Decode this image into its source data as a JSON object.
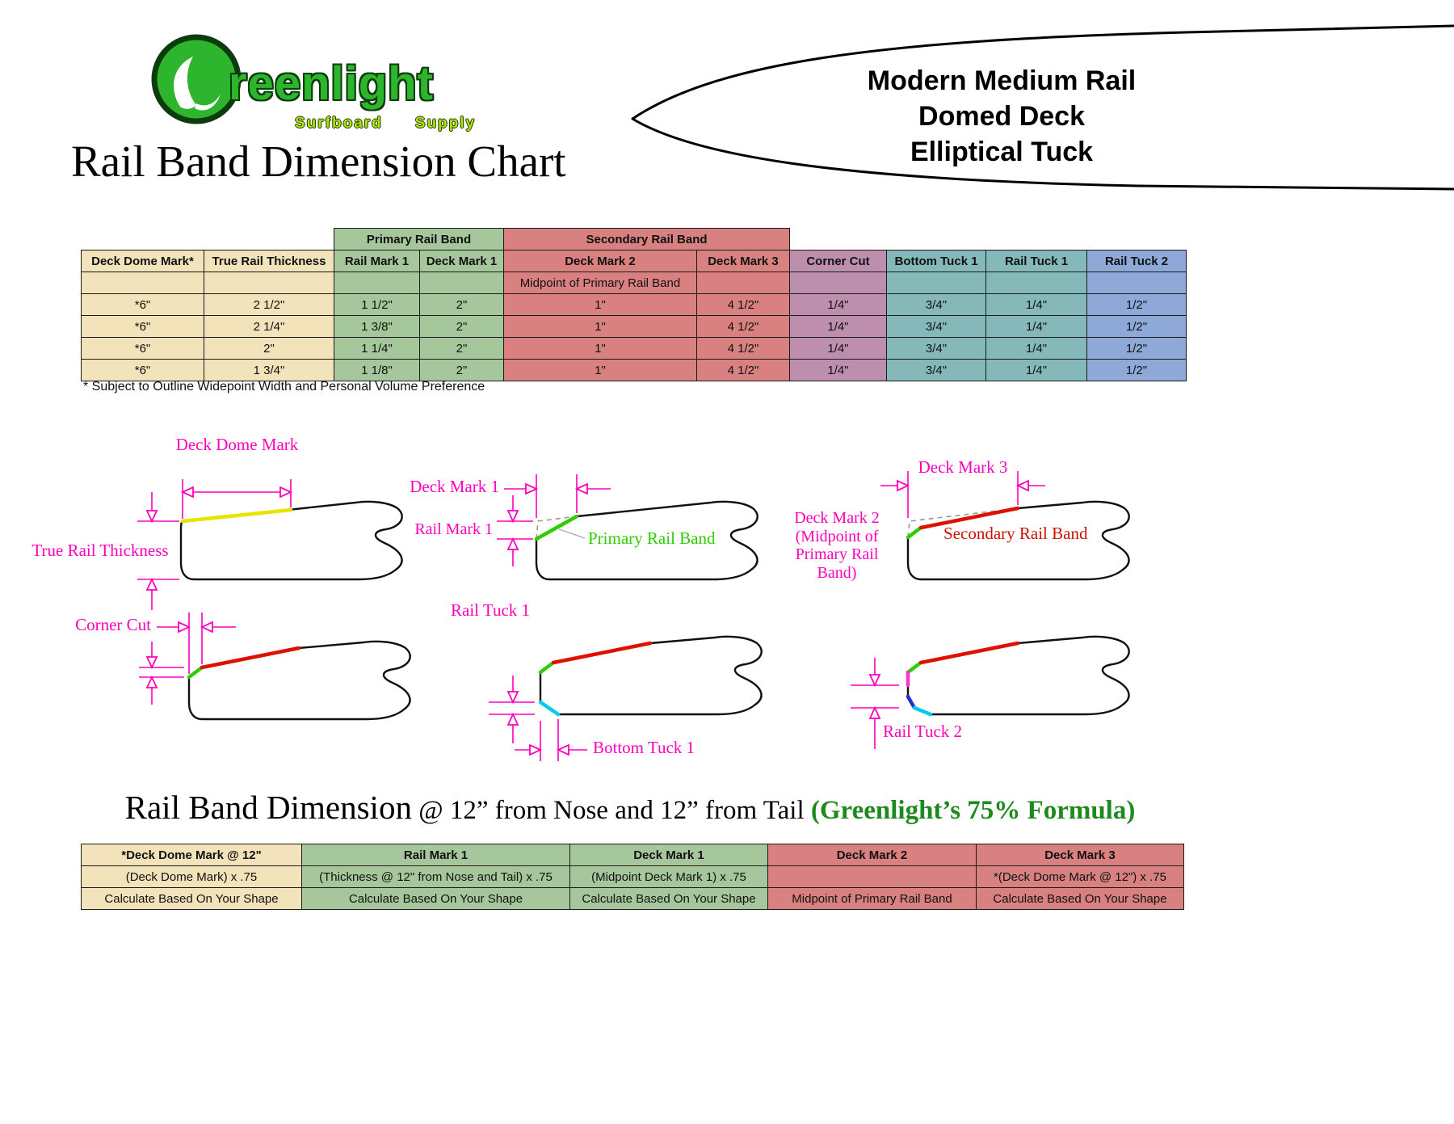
{
  "header": {
    "logo": {
      "brand_text": "reenlight",
      "sub1": "Surfboard",
      "sub2": "Supply"
    },
    "title": "Rail Band Dimension Chart",
    "specs": [
      "Modern Medium Rail",
      "Domed Deck",
      "Elliptical Tuck"
    ]
  },
  "main_table": {
    "group_primary": "Primary Rail Band",
    "group_secondary": "Secondary Rail Band",
    "headers": [
      "Deck Dome Mark*",
      "True Rail Thickness",
      "Rail Mark 1",
      "Deck Mark 1",
      "Deck Mark 2",
      "Deck Mark 3",
      "Corner Cut",
      "Bottom Tuck 1",
      "Rail Tuck 1",
      "Rail Tuck 2"
    ],
    "subheader_note": "Midpoint of Primary Rail Band",
    "rows": [
      [
        "*6\"",
        "2 1/2\"",
        "1 1/2\"",
        "2\"",
        "1\"",
        "4 1/2\"",
        "1/4\"",
        "3/4\"",
        "1/4\"",
        "1/2\""
      ],
      [
        "*6\"",
        "2 1/4\"",
        "1 3/8\"",
        "2\"",
        "1\"",
        "4 1/2\"",
        "1/4\"",
        "3/4\"",
        "1/4\"",
        "1/2\""
      ],
      [
        "*6\"",
        "2\"",
        "1 1/4\"",
        "2\"",
        "1\"",
        "4 1/2\"",
        "1/4\"",
        "3/4\"",
        "1/4\"",
        "1/2\""
      ],
      [
        "*6\"",
        "1 3/4\"",
        "1 1/8\"",
        "2\"",
        "1\"",
        "4 1/2\"",
        "1/4\"",
        "3/4\"",
        "1/4\"",
        "1/2\""
      ]
    ],
    "footnote": "* Subject to Outline Widepoint Width and Personal Volume Preference"
  },
  "diagrams": {
    "d1": {
      "top_label": "Deck Dome Mark",
      "left_label": "True Rail Thickness"
    },
    "d2": {
      "top_label": "Deck Mark 1",
      "left_label": "Rail Mark 1",
      "band_label": "Primary Rail Band"
    },
    "d3": {
      "top_label": "Deck Mark 3",
      "left_label": "Deck Mark 2 (Midpoint of Primary Rail Band)",
      "band_label": "Secondary Rail Band"
    },
    "d4": {
      "label": "Corner Cut"
    },
    "d5": {
      "label": "Rail Tuck 1",
      "bottom_label": "Bottom Tuck 1"
    },
    "d6": {
      "label": "Rail Tuck 2"
    }
  },
  "formula": {
    "title_main": "Rail Band Dimension",
    "title_mid": " @ 12” from Nose and 12” from Tail ",
    "title_highlight": "(Greenlight’s 75% Formula)"
  },
  "formula_table": {
    "headers": [
      "*Deck Dome Mark @ 12\"",
      "Rail Mark 1",
      "Deck Mark 1",
      "Deck Mark 2",
      "Deck Mark 3"
    ],
    "rows": [
      [
        "(Deck Dome Mark) x .75",
        "(Thickness @ 12\" from Nose and Tail) x .75",
        "(Midpoint Deck Mark 1) x .75",
        "",
        "*(Deck Dome Mark @ 12\") x .75"
      ],
      [
        "Calculate Based On Your Shape",
        "Calculate Based On Your Shape",
        "Calculate Based On Your Shape",
        "Midpoint of Primary Rail Band",
        "Calculate Based On Your Shape"
      ]
    ]
  },
  "colors": {
    "cell_tan": "#f2e3bb",
    "cell_green": "#a6c79b",
    "cell_red": "#d98080",
    "cell_mauve": "#bd8ead",
    "cell_teal": "#85b9b9",
    "cell_blue": "#8ea9d8",
    "annotation_magenta": "#ff00bb",
    "primary_band_green": "#2ecc00",
    "secondary_band_red": "#dd1100",
    "deck_dome_yellow": "#e8e400",
    "tuck_cyan": "#00ccee",
    "tuck_blue": "#2233cc",
    "rail_pink": "#ff33cc",
    "brand_green": "#2db52d",
    "formula_green": "#1e8a1e"
  }
}
